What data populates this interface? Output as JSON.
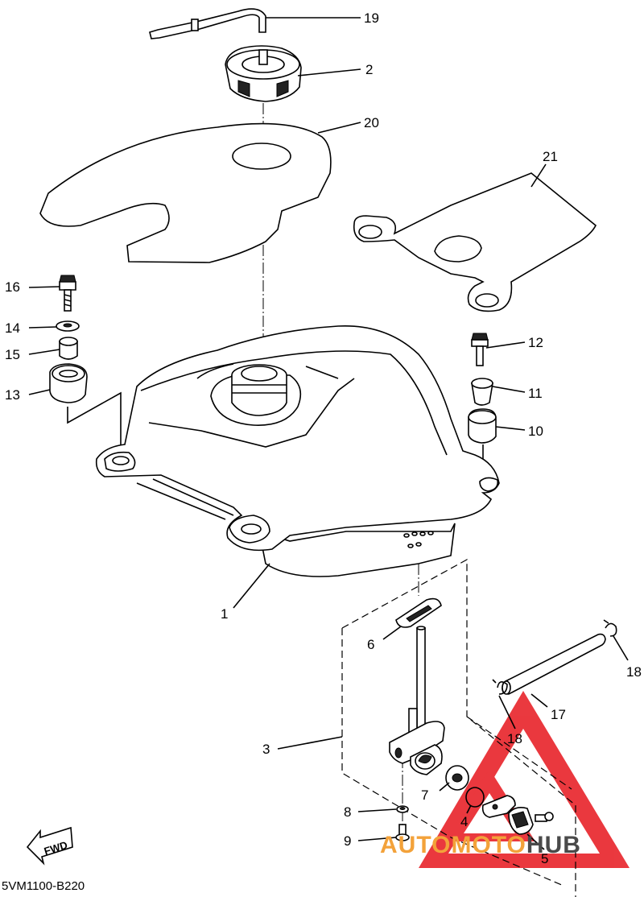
{
  "diagram": {
    "code": "5VM1100-B220",
    "fwd_label": "FWD",
    "callouts": [
      {
        "id": "19",
        "label": "19"
      },
      {
        "id": "2",
        "label": "2"
      },
      {
        "id": "20",
        "label": "20"
      },
      {
        "id": "21",
        "label": "21"
      },
      {
        "id": "16",
        "label": "16"
      },
      {
        "id": "14",
        "label": "14"
      },
      {
        "id": "15",
        "label": "15"
      },
      {
        "id": "13",
        "label": "13"
      },
      {
        "id": "12",
        "label": "12"
      },
      {
        "id": "11",
        "label": "11"
      },
      {
        "id": "10",
        "label": "10"
      },
      {
        "id": "1",
        "label": "1"
      },
      {
        "id": "6",
        "label": "6"
      },
      {
        "id": "18a",
        "label": "18"
      },
      {
        "id": "17",
        "label": "17"
      },
      {
        "id": "18b",
        "label": "18"
      },
      {
        "id": "3",
        "label": "3"
      },
      {
        "id": "7",
        "label": "7"
      },
      {
        "id": "4",
        "label": "4"
      },
      {
        "id": "8",
        "label": "8"
      },
      {
        "id": "9",
        "label": "9"
      },
      {
        "id": "5",
        "label": "5"
      }
    ]
  },
  "watermark": {
    "part1": "AUTOMOTO",
    "part2": "HUB",
    "color_primary": "#f3a23a",
    "color_secondary": "#4a4a4a",
    "triangle_color": "#e8232a"
  }
}
